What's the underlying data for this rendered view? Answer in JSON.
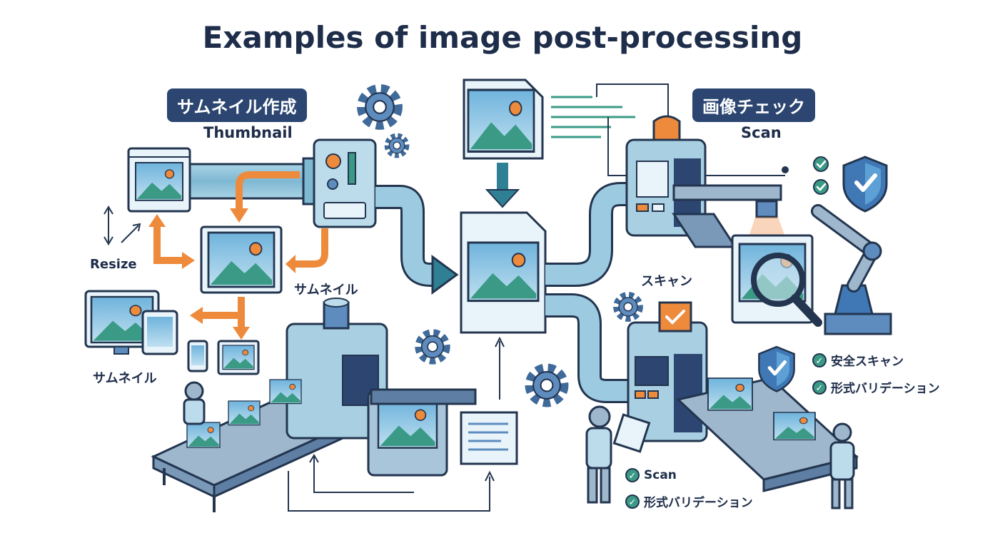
{
  "title": "Examples of image post-processing",
  "thumbnail_section": {
    "badge": "サムネイル作成",
    "subtitle": "Thumbnail",
    "resize_label": "Resize",
    "thumbnail_label_center": "サムネイル",
    "thumbnail_label_devices": "サムネイル"
  },
  "scan_section": {
    "badge": "画像チェック",
    "subtitle": "Scan",
    "scan_label": "スキャン",
    "checklist_right": [
      "安全スキャン",
      "形式バリデーション"
    ],
    "checklist_bottom": [
      "Scan",
      "形式バリデーション"
    ]
  },
  "colors": {
    "navy": "#2c4671",
    "teal": "#3a9a86",
    "light_blue": "#cfe6f2",
    "orange": "#ee8a3c",
    "outline": "#23354f"
  }
}
